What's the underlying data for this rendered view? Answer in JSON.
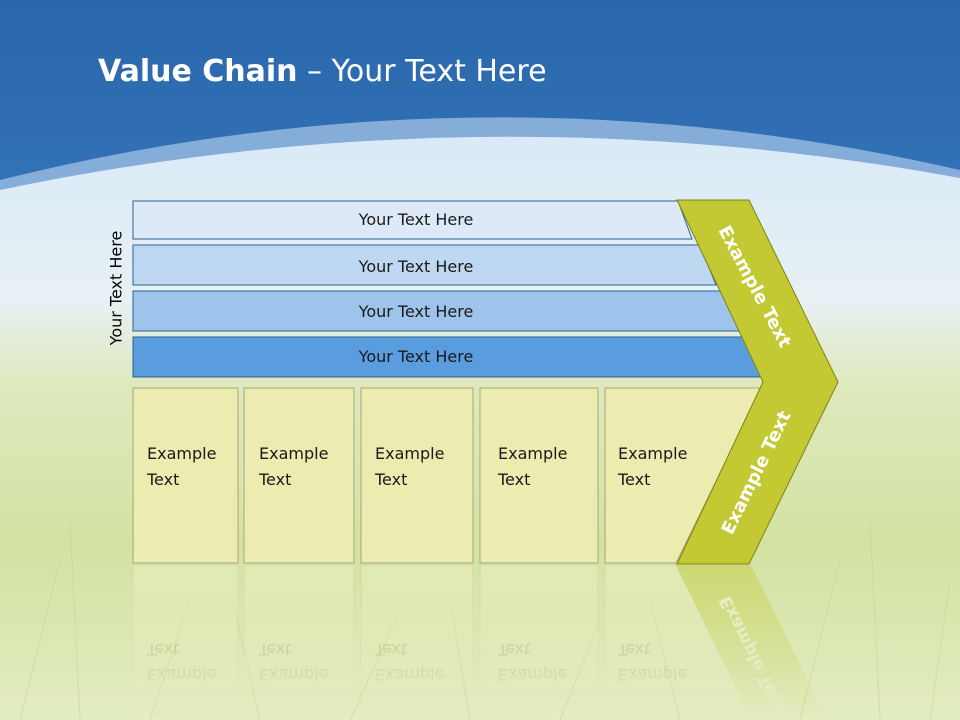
{
  "title": {
    "bold": "Value Chain",
    "rest": " – Your Text Here"
  },
  "side_label": "Your Text Here",
  "support_rows": [
    "Your Text Here",
    "Your Text Here",
    "Your Text Here",
    "Your Text Here"
  ],
  "primary_boxes": [
    {
      "line1": "Example",
      "line2": "Text"
    },
    {
      "line1": "Example",
      "line2": "Text"
    },
    {
      "line1": "Example",
      "line2": "Text"
    },
    {
      "line1": "Example",
      "line2": "Text"
    },
    {
      "line1": "Example",
      "line2": "Text"
    }
  ],
  "margin_labels": {
    "top": "Example Text",
    "bottom": "Example Text"
  },
  "colors": {
    "sky_top": "#2f6fb3",
    "sky_bottom": "#dfeef8",
    "grass": "#d7e4a8",
    "row_fills": [
      "#dde9f7",
      "#bfd8f1",
      "#9fc4ec",
      "#5a9ddf"
    ],
    "row_stroke": "#2b5f95",
    "box_fill": "#ecebb0",
    "box_stroke": "#a9a77a",
    "margin_fill": "#c3c932",
    "margin_stroke": "#7d8217"
  }
}
